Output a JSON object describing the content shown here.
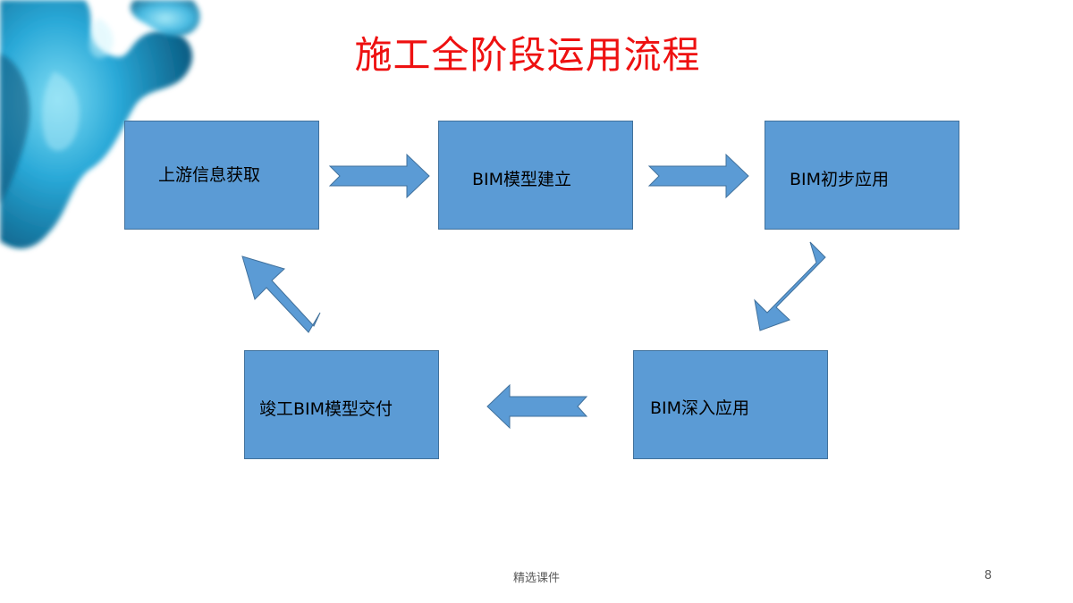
{
  "slide": {
    "title": "施工全阶段运用流程",
    "footer": "精选课件",
    "page_number": "8"
  },
  "flow": {
    "steps": [
      {
        "label": "上游信息获取"
      },
      {
        "label": "BIM模型建立"
      },
      {
        "label": "BIM初步应用"
      },
      {
        "label": "BIM深入应用"
      },
      {
        "label": "竣工BIM模型交付"
      }
    ]
  },
  "colors": {
    "title": "#ee1111",
    "box_fill": "#5b9bd5",
    "box_border": "#41719c",
    "ink_dark": "#0b5f86",
    "ink_light": "#2aa9d8"
  }
}
